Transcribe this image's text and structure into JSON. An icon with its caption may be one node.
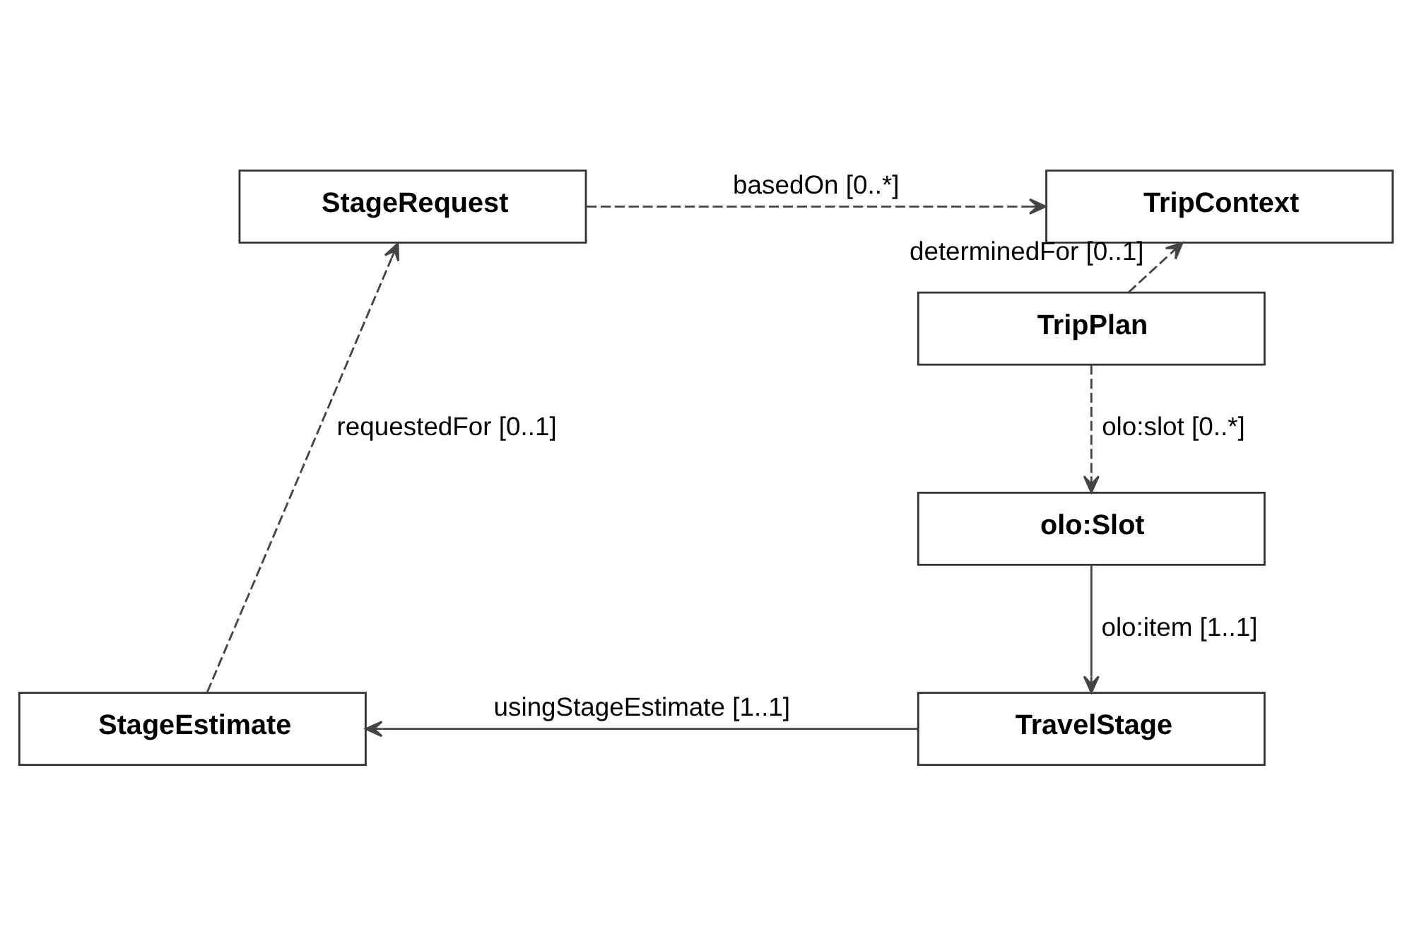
{
  "diagram": {
    "nodes": [
      {
        "text": [
          "StageRequest"
        ]
      },
      {
        "text": [
          "TripContext"
        ]
      },
      {
        "text": [
          "TripPlan"
        ]
      },
      {
        "text": [
          "olo:Slot"
        ]
      },
      {
        "text": [
          "StageEstimate"
        ]
      },
      {
        "text": [
          "TravelStage"
        ]
      }
    ],
    "edges": [
      {
        "from": 0,
        "to": 1,
        "arrow": "to",
        "label": "basedOn [0..*]",
        "style": "dashed"
      },
      {
        "from": 2,
        "to": 1,
        "arrow": "to",
        "label": "determinedFor [0..1]",
        "style": "dashed"
      },
      {
        "from": 4,
        "to": 0,
        "arrow": "to",
        "label": "requestedFor [0..1]",
        "style": "dashed"
      },
      {
        "from": 2,
        "to": 3,
        "arrow": "to",
        "label": "olo:slot [0..*]",
        "style": "dashed"
      },
      {
        "from": 3,
        "to": 5,
        "arrow": "to",
        "label": "olo:item [1..1]"
      },
      {
        "from": 5,
        "to": 4,
        "arrow": "to",
        "label": "usingStageEstimate [1..1]"
      }
    ]
  }
}
